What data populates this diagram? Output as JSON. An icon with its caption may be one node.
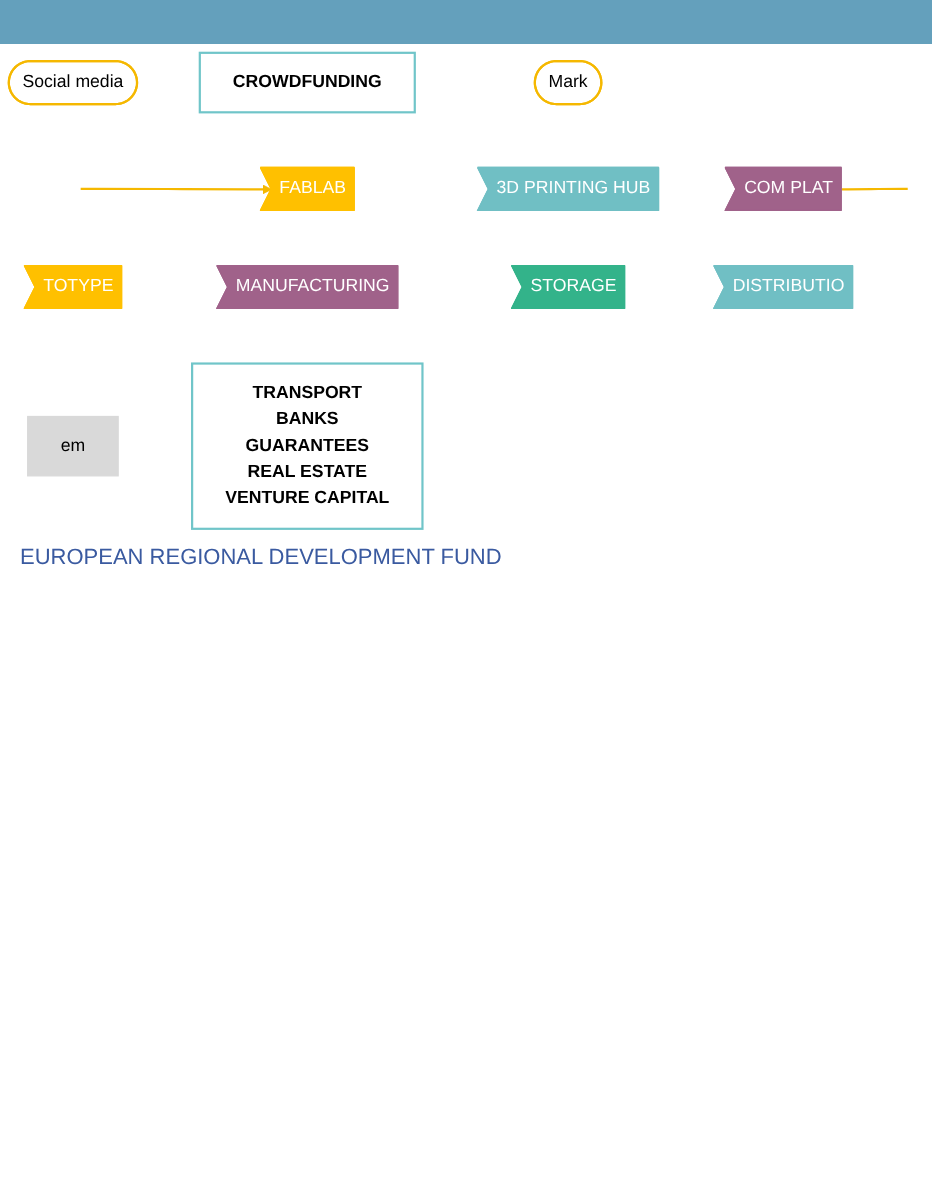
{
  "diagram": {
    "nodes": [
      {
        "text": [
          "Social media"
        ]
      },
      {
        "text": [
          "CROWDFUNDING"
        ]
      },
      {
        "text": [
          "Mark"
        ]
      },
      {
        "text": [
          "FABLAB"
        ]
      },
      {
        "text": [
          "3D PRINTING HUB"
        ]
      },
      {
        "text": [
          "COM PLAT"
        ]
      },
      {
        "text": [
          "TOTYPE"
        ]
      },
      {
        "text": [
          "MANUFACTURING"
        ]
      },
      {
        "text": [
          "STORAGE"
        ]
      },
      {
        "text": [
          "DISTRIBUTIO"
        ]
      },
      {
        "text": [
          "em"
        ]
      },
      {
        "text": [
          "TRANSPORT",
          "BANKS",
          "GUARANTEES",
          "REAL ESTATE",
          "VENTURE CAPITAL"
        ]
      }
    ],
    "edges": [
      {
        "from": null,
        "to": 3,
        "arrow": "to",
        "color": "#f5b800"
      },
      {
        "from": 5,
        "to": null,
        "arrow": "none",
        "color": "#f5b800"
      }
    ],
    "labels": [
      "EUROPEAN REGIONAL DEVELOPMENT FUND"
    ]
  }
}
